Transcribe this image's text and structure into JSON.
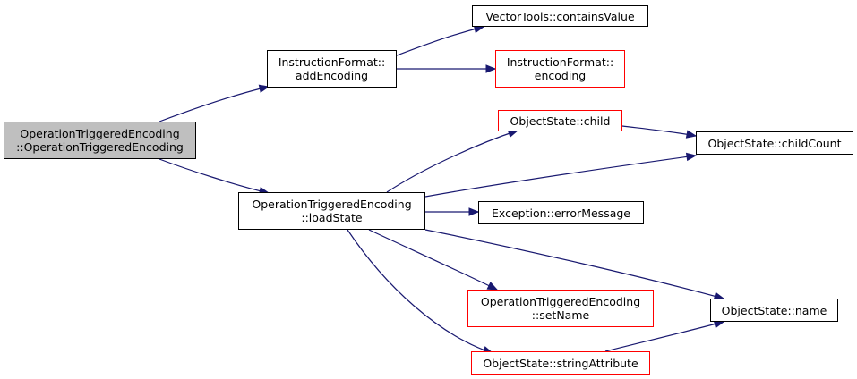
{
  "colors": {
    "edge": "#191970",
    "border_black": "#000000",
    "border_red": "#ff0000",
    "root_fill": "#bfbfbf"
  },
  "nodes": {
    "root": {
      "line1": "OperationTriggeredEncoding",
      "line2": "::OperationTriggeredEncoding",
      "border": "black"
    },
    "add_encoding": {
      "line1": "InstructionFormat::",
      "line2": "addEncoding",
      "border": "black"
    },
    "contains_value": {
      "line1": "VectorTools::containsValue",
      "border": "black"
    },
    "encoding": {
      "line1": "InstructionFormat::",
      "line2": "encoding",
      "border": "red"
    },
    "load_state": {
      "line1": "OperationTriggeredEncoding",
      "line2": "::loadState",
      "border": "black"
    },
    "child": {
      "line1": "ObjectState::child",
      "border": "red"
    },
    "child_count": {
      "line1": "ObjectState::childCount",
      "border": "black"
    },
    "error_message": {
      "line1": "Exception::errorMessage",
      "border": "black"
    },
    "set_name": {
      "line1": "OperationTriggeredEncoding",
      "line2": "::setName",
      "border": "red"
    },
    "name": {
      "line1": "ObjectState::name",
      "border": "black"
    },
    "string_attribute": {
      "line1": "ObjectState::stringAttribute",
      "border": "red"
    }
  },
  "edges": [
    {
      "from": "root",
      "to": "add_encoding"
    },
    {
      "from": "root",
      "to": "load_state"
    },
    {
      "from": "add_encoding",
      "to": "contains_value"
    },
    {
      "from": "add_encoding",
      "to": "encoding"
    },
    {
      "from": "load_state",
      "to": "child"
    },
    {
      "from": "load_state",
      "to": "child_count"
    },
    {
      "from": "load_state",
      "to": "error_message"
    },
    {
      "from": "load_state",
      "to": "set_name"
    },
    {
      "from": "load_state",
      "to": "name"
    },
    {
      "from": "load_state",
      "to": "string_attribute"
    },
    {
      "from": "child",
      "to": "child_count"
    },
    {
      "from": "string_attribute",
      "to": "name"
    }
  ]
}
